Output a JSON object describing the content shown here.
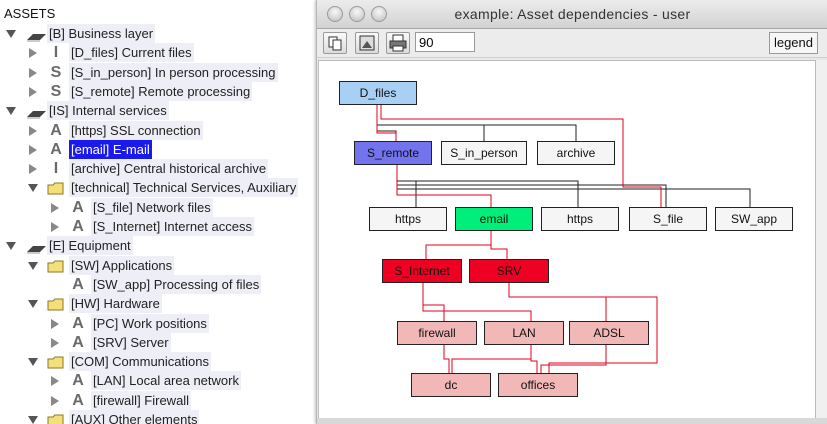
{
  "tree": {
    "title": "ASSETS",
    "rows": [
      {
        "label": "[B] Business layer",
        "indent": 0,
        "open": true,
        "icon": "cat"
      },
      {
        "label": "[D_files] Current files",
        "indent": 1,
        "open": false,
        "icon": "I"
      },
      {
        "label": "[S_in_person] In person processing",
        "indent": 1,
        "open": false,
        "icon": "S"
      },
      {
        "label": "[S_remote] Remote processing",
        "indent": 1,
        "open": false,
        "icon": "S"
      },
      {
        "label": "[IS] Internal services",
        "indent": 0,
        "open": true,
        "icon": "cat"
      },
      {
        "label": "[https] SSL connection",
        "indent": 1,
        "open": false,
        "icon": "A"
      },
      {
        "label": "[email] E-mail",
        "indent": 1,
        "open": false,
        "icon": "A",
        "selected": true
      },
      {
        "label": "[archive] Central historical archive",
        "indent": 1,
        "open": false,
        "icon": "I"
      },
      {
        "label": "[technical] Technical Services, Auxiliary",
        "indent": 1,
        "open": true,
        "icon": "folder"
      },
      {
        "label": "[S_file] Network files",
        "indent": 2,
        "open": false,
        "icon": "A"
      },
      {
        "label": "[S_Internet] Internet access",
        "indent": 2,
        "open": false,
        "icon": "A"
      },
      {
        "label": "[E] Equipment",
        "indent": 0,
        "open": true,
        "icon": "cat"
      },
      {
        "label": "[SW] Applications",
        "indent": 1,
        "open": true,
        "icon": "folder"
      },
      {
        "label": "[SW_app] Processing of files",
        "indent": 2,
        "open": null,
        "icon": "A"
      },
      {
        "label": "[HW] Hardware",
        "indent": 1,
        "open": true,
        "icon": "folder"
      },
      {
        "label": "[PC] Work positions",
        "indent": 2,
        "open": false,
        "icon": "A"
      },
      {
        "label": "[SRV] Server",
        "indent": 2,
        "open": false,
        "icon": "A"
      },
      {
        "label": "[COM] Communications",
        "indent": 1,
        "open": true,
        "icon": "folder"
      },
      {
        "label": "[LAN] Local area network",
        "indent": 2,
        "open": false,
        "icon": "A"
      },
      {
        "label": "[firewall] Firewall",
        "indent": 2,
        "open": false,
        "icon": "A"
      },
      {
        "label": "[AUX] Other elements",
        "indent": 1,
        "open": true,
        "icon": "folder"
      }
    ]
  },
  "window": {
    "title": "example: Asset dependencies - user",
    "zoom": "90",
    "legend_label": "legend"
  },
  "graph": {
    "nodes": {
      "D_files": {
        "label": "D_files",
        "style": "g1"
      },
      "S_remote": {
        "label": "S_remote",
        "style": "g2"
      },
      "S_in_person": {
        "label": "S_in_person",
        "style": "plain"
      },
      "archive": {
        "label": "archive",
        "style": "plain"
      },
      "https1": {
        "label": "https",
        "style": "plain"
      },
      "email": {
        "label": "email",
        "style": "g3"
      },
      "https2": {
        "label": "https",
        "style": "plain"
      },
      "S_file": {
        "label": "S_file",
        "style": "plain"
      },
      "SW_app": {
        "label": "SW_app",
        "style": "plain"
      },
      "S_Internet": {
        "label": "S_Internet",
        "style": "g4"
      },
      "SRV": {
        "label": "SRV",
        "style": "g4"
      },
      "firewall": {
        "label": "firewall",
        "style": "g5"
      },
      "LAN": {
        "label": "LAN",
        "style": "g5"
      },
      "ADSL": {
        "label": "ADSL",
        "style": "g5"
      },
      "dc": {
        "label": "dc",
        "style": "g5"
      },
      "offices": {
        "label": "offices",
        "style": "g5"
      }
    }
  },
  "colors": {
    "selection": "#1a1aee",
    "red_edge": "#e0001e",
    "black_edge": "#222222"
  }
}
